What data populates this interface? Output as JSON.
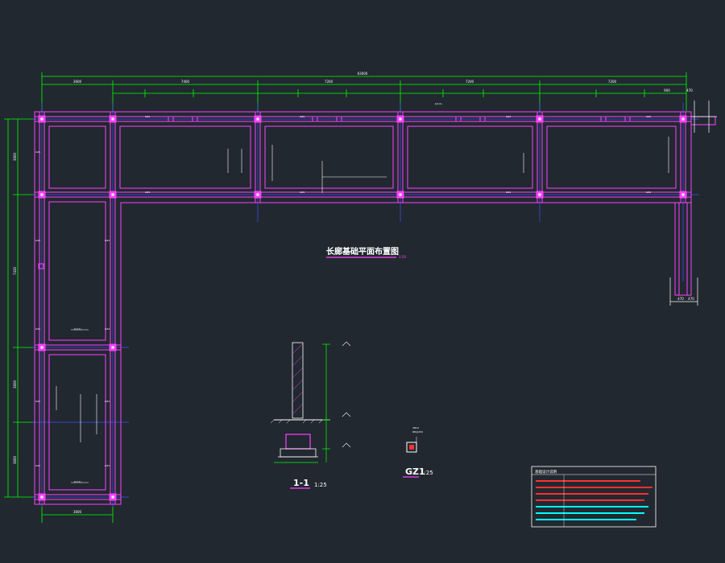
{
  "drawing": {
    "plan_title": "长廊基础平面布置图",
    "plan_scale": "1:50",
    "section_label": "1-1",
    "section_scale": "1:25",
    "column_label": "GZ1",
    "column_scale": "1:25",
    "notes_title": "基础设计说明"
  },
  "dims": {
    "overall": "63000",
    "top_row": [
      "3600",
      "7400",
      "7200",
      "7200",
      "7200",
      "900",
      "470"
    ],
    "left_side": [
      "3600",
      "7430",
      "3600",
      "3600"
    ],
    "bottom": "3600",
    "right_side": [
      "470",
      "470"
    ]
  },
  "colors": {
    "background": "#212830",
    "beam": "#ff40ff",
    "dimension": "#00ff00",
    "axis": "#4050ff",
    "text": "#ffffff",
    "note_red": "#ff3030"
  }
}
